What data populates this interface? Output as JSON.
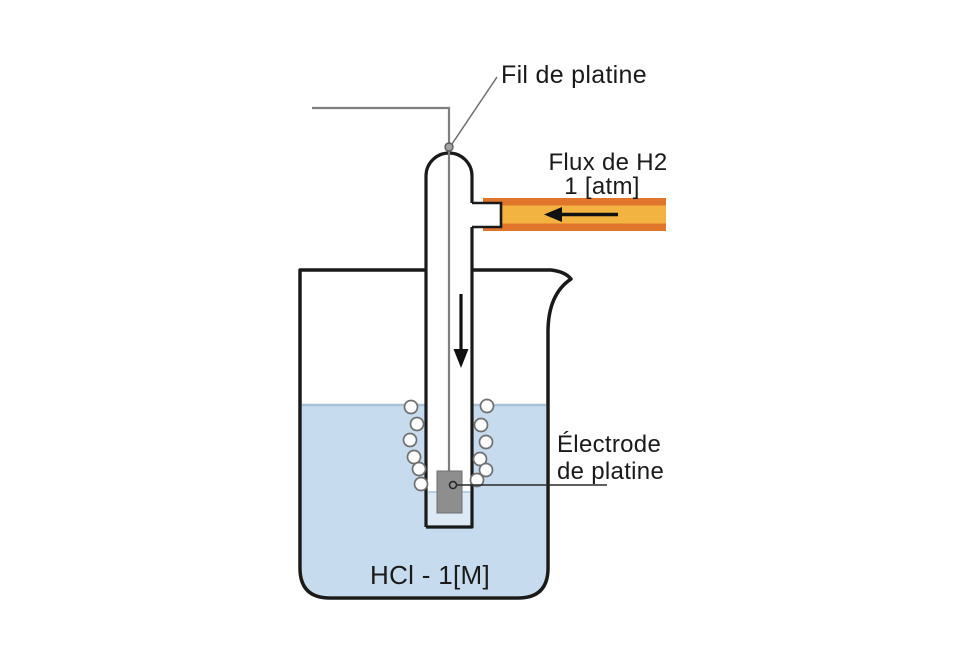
{
  "diagram": {
    "title_hint": "Standard hydrogen electrode schematic",
    "labels": {
      "platinum_wire": "Fil de platine",
      "h2_flow_line1": "Flux de H2",
      "h2_flow_line2": "1 [atm]",
      "electrode_line1": "Électrode",
      "electrode_line2": "de platine",
      "solution": "HCl - 1[M]"
    },
    "colors": {
      "solution_fill": "#c6dcee",
      "solution_inside_tube": "#dde9f4",
      "gas_tube_border": "#e0752c",
      "gas_tube_fill": "#f3b340",
      "electrode_fill": "#8e8e8e",
      "wire": "#7f7f7f",
      "outline": "#1a1a1a"
    }
  }
}
